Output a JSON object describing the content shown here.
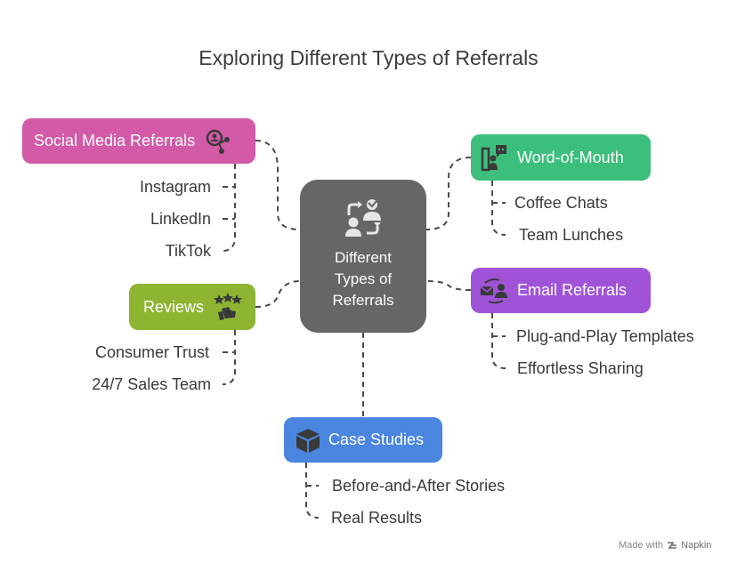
{
  "title": "Exploring Different Types of Referrals",
  "center": {
    "label": "Different\nTypes of\nReferrals",
    "icon": "referral-exchange-icon"
  },
  "branches": {
    "social": {
      "label": "Social Media Referrals",
      "color": "#d35aa6",
      "icon": "social-network-icon",
      "items": [
        "Instagram",
        "LinkedIn",
        "TikTok"
      ]
    },
    "reviews": {
      "label": "Reviews",
      "color": "#8db532",
      "icon": "rating-stars-icon",
      "items": [
        "Consumer Trust",
        "24/7 Sales Team"
      ]
    },
    "word": {
      "label": "Word-of-Mouth",
      "color": "#3cbf7d",
      "icon": "speaking-person-icon",
      "items": [
        "Coffee Chats",
        "Team Lunches"
      ]
    },
    "email": {
      "label": "Email Referrals",
      "color": "#a153d8",
      "icon": "email-share-icon",
      "items": [
        "Plug-and-Play Templates",
        "Effortless Sharing"
      ]
    },
    "case": {
      "label": "Case Studies",
      "color": "#4a86e0",
      "icon": "box-icon",
      "items": [
        "Before-and-After Stories",
        "Real Results"
      ]
    }
  },
  "footer": {
    "made_with": "Made with",
    "brand": "Napkin"
  }
}
